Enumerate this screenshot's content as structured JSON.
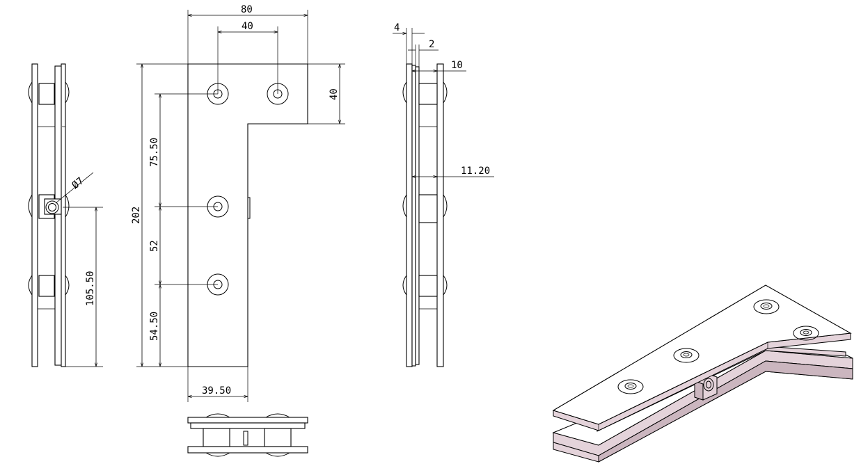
{
  "dimensions": {
    "width_overall": "80",
    "hole_spacing": "40",
    "top_arm_height": "40",
    "height_overall": "202",
    "spacing_top": "75.50",
    "spacing_mid": "52",
    "spacing_bottom": "54.50",
    "leg_width": "39.50",
    "pivot_height": "105.50",
    "pivot_diameter": "Ø7",
    "thickness_4": "4",
    "thickness_2": "2",
    "plate_10": "10",
    "gap_11_20": "11.20"
  },
  "colors": {
    "line": "#000000",
    "iso_edge": "#e4d3da",
    "iso_shade": "#cbb6bf"
  }
}
